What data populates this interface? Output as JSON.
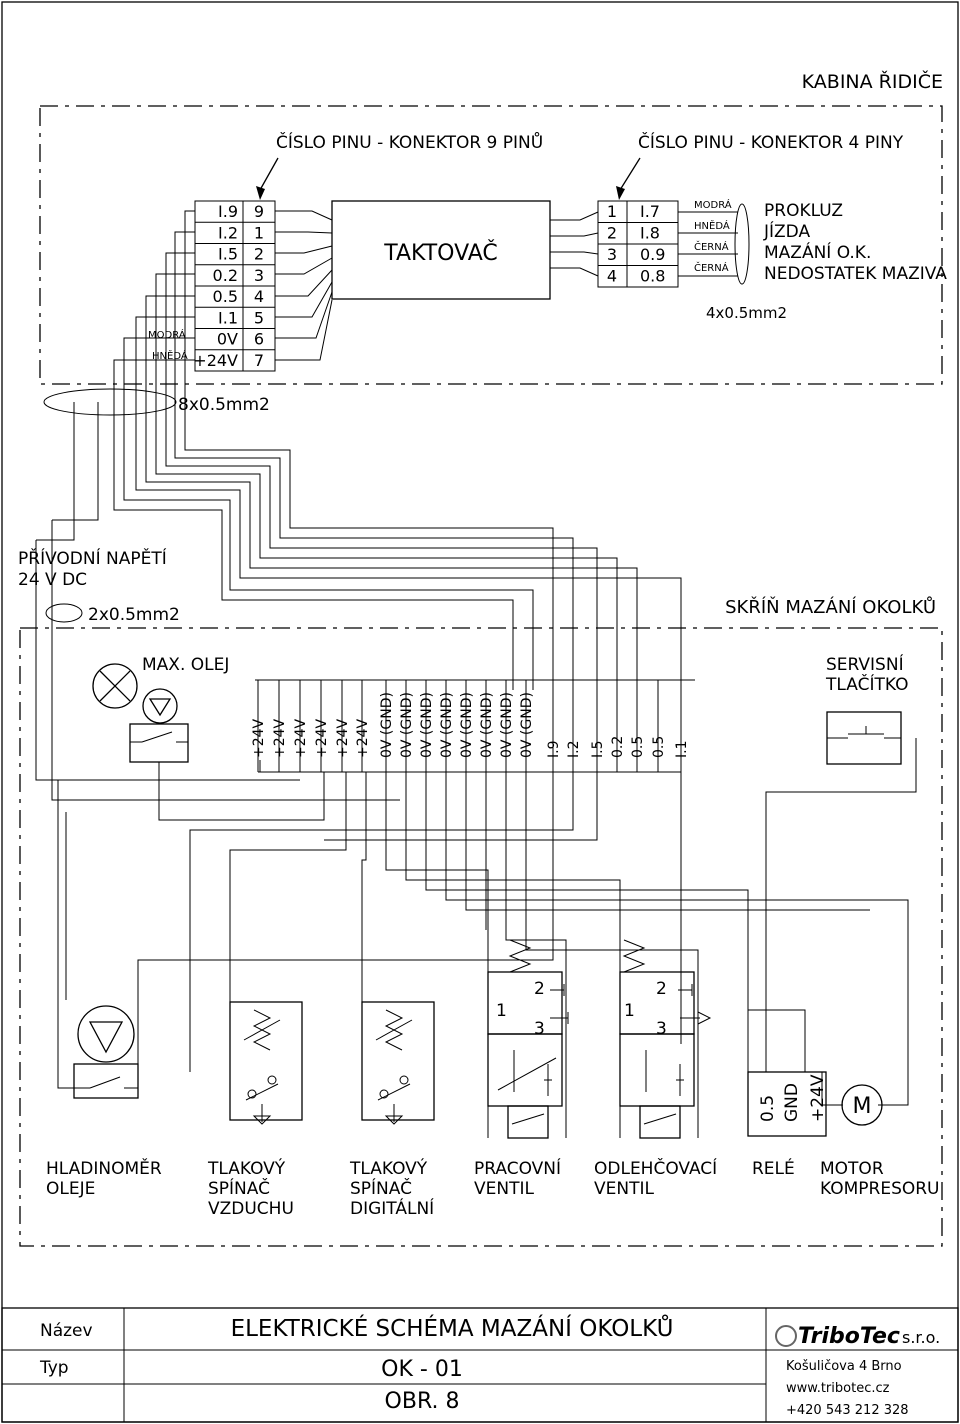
{
  "cab": {
    "title": "KABINA ŘIDIČE",
    "conn9_title": "ČÍSLO PINU - KONEKTOR 9 PINŮ",
    "conn4_title": "ČÍSLO PINU - KONEKTOR 4 PINY",
    "taktovac": "TAKTOVAČ",
    "conn9": [
      {
        "sig": "I.9",
        "pin": "9"
      },
      {
        "sig": "I.2",
        "pin": "1"
      },
      {
        "sig": "I.5",
        "pin": "2"
      },
      {
        "sig": "0.2",
        "pin": "3"
      },
      {
        "sig": "0.5",
        "pin": "4"
      },
      {
        "sig": "I.1",
        "pin": "5"
      },
      {
        "sig": "0V",
        "pin": "6"
      },
      {
        "sig": "+24V",
        "pin": "7"
      }
    ],
    "conn9_colors": [
      "MODRÁ",
      "HNĚDÁ"
    ],
    "conn4": [
      {
        "pin": "1",
        "sig": "I.7"
      },
      {
        "pin": "2",
        "sig": "I.8"
      },
      {
        "pin": "3",
        "sig": "0.9"
      },
      {
        "pin": "4",
        "sig": "0.8"
      }
    ],
    "conn4_colors": [
      "MODRÁ",
      "HNĚDÁ",
      "ČERNÁ",
      "ČERNÁ"
    ],
    "conn4_funcs": [
      "PROKLUZ",
      "JÍZDA",
      "MAZÁNÍ O.K.",
      "NEDOSTATEK MAZIVA"
    ],
    "cable4": "4x0.5mm2",
    "cable8": "8x0.5mm2"
  },
  "supply": {
    "title_line1": "PŘÍVODNÍ NAPĚTÍ",
    "title_line2": "24 V DC",
    "cable": "2x0.5mm2"
  },
  "cabinet": {
    "title": "SKŘÍŇ MAZÁNÍ OKOLKŮ",
    "max_olej": "MAX. OLEJ",
    "service_line1": "SERVISNÍ",
    "service_line2": "TLAČÍTKO",
    "terminals": [
      "+24V",
      "+24V",
      "+24V",
      "+24V",
      "+24V",
      "+24V",
      "0V (GND)",
      "0V (GND)",
      "0V (GND)",
      "0V (GND)",
      "0V (GND)",
      "0V (GND)",
      "0V (GND)",
      "0V (GND)",
      "I.9",
      "I.2",
      "I.5",
      "0.2",
      "0.5",
      "0.5",
      "I.1"
    ],
    "valve_ports": [
      "1",
      "2",
      "3"
    ],
    "relay_terms": [
      "0.5",
      "GND",
      "+24V"
    ],
    "motor_symbol": "M",
    "components": [
      {
        "line1": "HLADINOMĚR",
        "line2": "OLEJE",
        "line3": ""
      },
      {
        "line1": "TLAKOVÝ",
        "line2": "SPÍNAČ",
        "line3": "VZDUCHU"
      },
      {
        "line1": "TLAKOVÝ",
        "line2": "SPÍNAČ",
        "line3": "DIGITÁLNÍ"
      },
      {
        "line1": "PRACOVNÍ",
        "line2": "VENTIL",
        "line3": ""
      },
      {
        "line1": "ODLEHČOVACÍ",
        "line2": "VENTIL",
        "line3": ""
      },
      {
        "line1": "RELÉ",
        "line2": "",
        "line3": ""
      },
      {
        "line1": "MOTOR",
        "line2": "KOMPRESORU",
        "line3": ""
      }
    ]
  },
  "title_block": {
    "name_label": "Název",
    "type_label": "Typ",
    "title": "ELEKTRICKÉ SCHÉMA MAZÁNÍ OKOLKŮ",
    "type": "OK - 01",
    "figure": "OBR. 8",
    "logo_text": "TriboTec",
    "company_suffix": "s.r.o.",
    "address": "Košuličova 4 Brno",
    "web": "www.tribotec.cz",
    "phone": "+420 543 212 328"
  }
}
